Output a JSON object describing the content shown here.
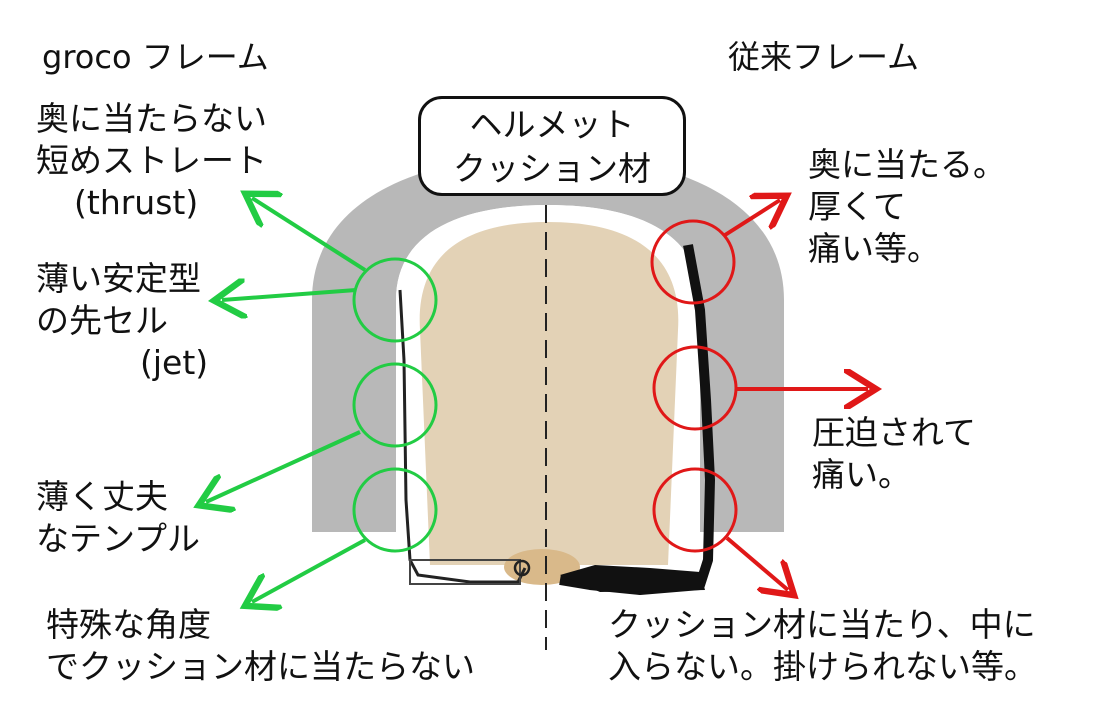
{
  "headers": {
    "left": "groco フレーム",
    "right": "従来フレーム"
  },
  "center_label": {
    "line1": "ヘルメット",
    "line2": "クッション材"
  },
  "left_notes": [
    {
      "lines": [
        "奥に当たらない",
        "短めストレート",
        "(thrust)"
      ]
    },
    {
      "lines": [
        "薄い安定型",
        "の先セル",
        "(jet)"
      ]
    },
    {
      "lines": [
        "薄く丈夫",
        "なテンプル"
      ]
    },
    {
      "lines": [
        "特殊な角度",
        "でクッション材に当たらない"
      ]
    }
  ],
  "right_notes": [
    {
      "lines": [
        "奥に当たる。",
        "厚くて",
        "痛い等。"
      ]
    },
    {
      "lines": [
        "圧迫されて",
        "痛い。"
      ]
    },
    {
      "lines": [
        "クッション材に当たり、中に",
        "入らない。掛けられない等。"
      ]
    }
  ],
  "colors": {
    "good": "#22cc44",
    "bad": "#e01818",
    "helmet_shell": "#b8b8b8",
    "cushion": "#e3d2b6"
  }
}
